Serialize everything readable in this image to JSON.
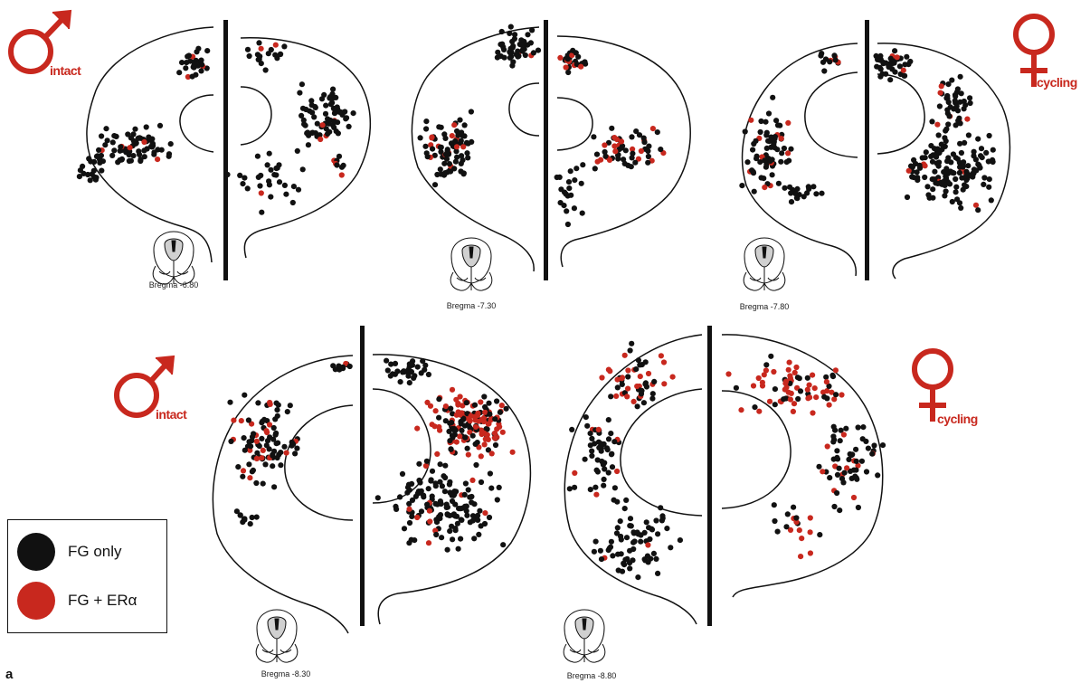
{
  "colors": {
    "fg_only": "#111111",
    "fg_plus_era": "#c8281e",
    "outline": "#111111"
  },
  "labels": {
    "male_top": "intact",
    "female_top": "cycling",
    "male_bottom": "intact",
    "female_bottom": "cycling"
  },
  "icons": {
    "male_symbol": "male-symbol-icon",
    "female_symbol": "female-symbol-icon",
    "brain_section": "brain-section-icon"
  },
  "bregma": {
    "b680": "Bregma -6.80",
    "b730": "Bregma -7.30",
    "b780": "Bregma -7.80",
    "b830": "Bregma -8.30",
    "b880": "Bregma -8.80"
  },
  "legend": {
    "fg_only": "FG only",
    "fg_era": "FG + ERα"
  },
  "panel_letter": "a"
}
